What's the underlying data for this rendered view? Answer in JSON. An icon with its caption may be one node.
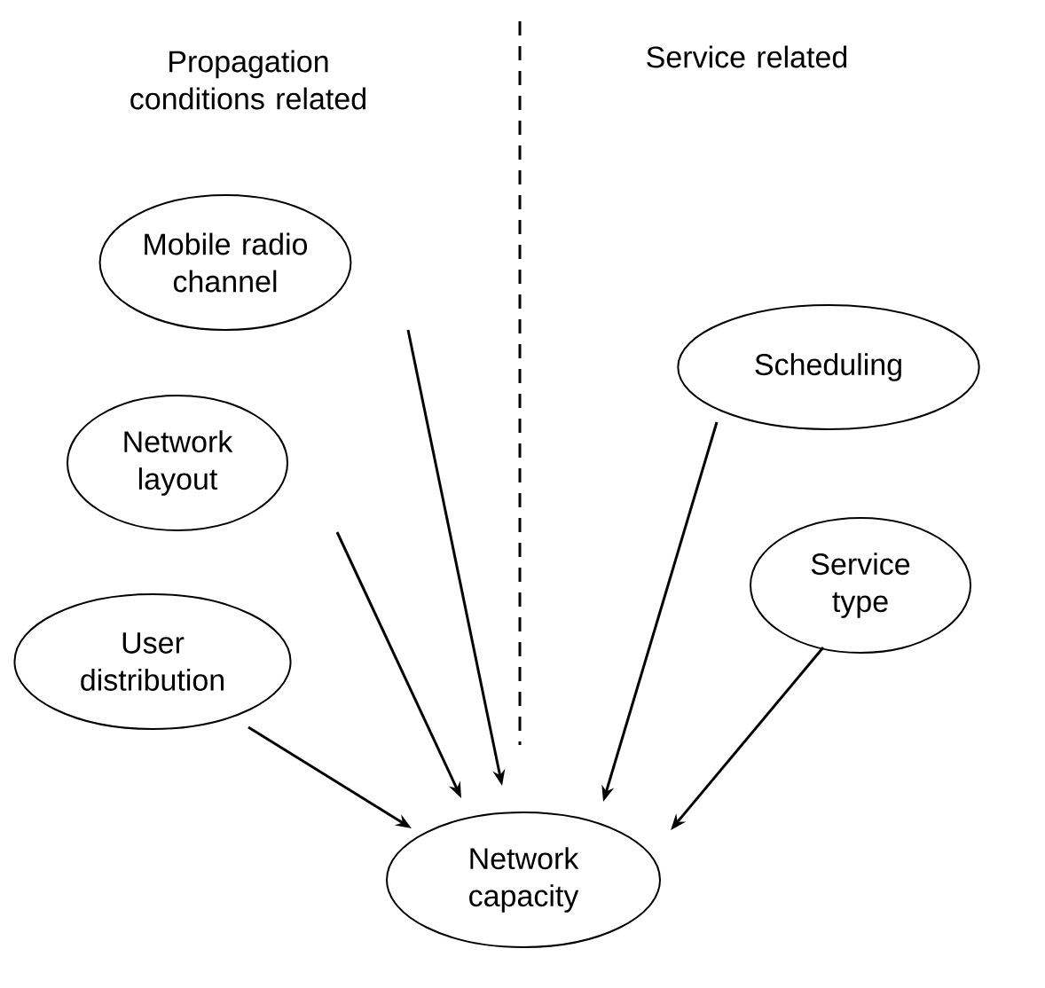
{
  "diagram": {
    "nodes": [
      {
        "text": [
          "Mobile radio channel"
        ]
      },
      {
        "text": [
          "Network layout"
        ]
      },
      {
        "text": [
          "User distribution"
        ]
      },
      {
        "text": [
          "Scheduling"
        ]
      },
      {
        "text": [
          "Service type"
        ]
      },
      {
        "text": [
          "Network capacity"
        ]
      }
    ],
    "edges": [
      {
        "from": 0,
        "to": 5,
        "arrow": "to"
      },
      {
        "from": 1,
        "to": 5,
        "arrow": "to"
      },
      {
        "from": 2,
        "to": 5,
        "arrow": "to"
      },
      {
        "from": 3,
        "to": 5,
        "arrow": "to"
      },
      {
        "from": 4,
        "to": 5,
        "arrow": "to"
      }
    ],
    "labels": [
      "Propagation conditions related",
      "Service related"
    ]
  }
}
